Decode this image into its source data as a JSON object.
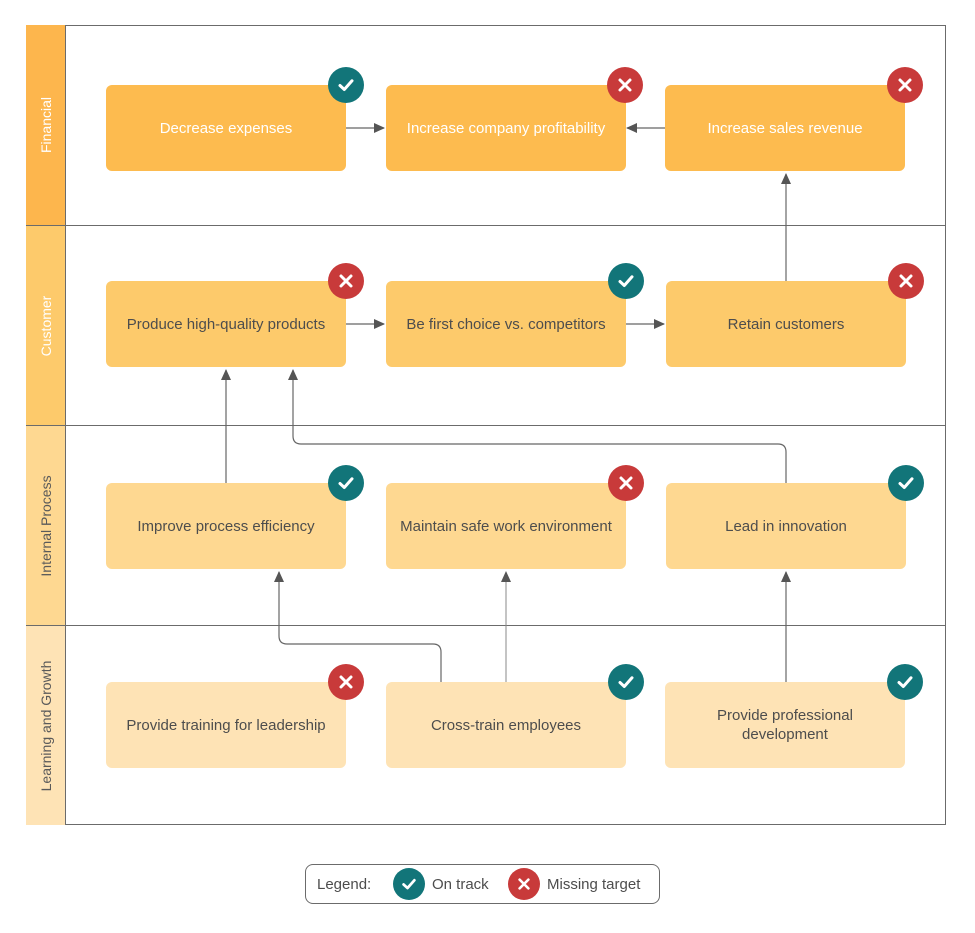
{
  "lanes": [
    {
      "label": "Financial",
      "color": "#fdb64d"
    },
    {
      "label": "Customer",
      "color": "#fdca6b"
    },
    {
      "label": "Internal Process",
      "color": "#fed891"
    },
    {
      "label": "Learning and Growth",
      "color": "#fee3b5"
    }
  ],
  "nodes": {
    "decrease_expenses": {
      "label": "Decrease expenses",
      "status": "on-track"
    },
    "increase_profitability": {
      "label": "Increase company profitability",
      "status": "missing-target"
    },
    "increase_sales": {
      "label": "Increase sales revenue",
      "status": "missing-target"
    },
    "produce_quality": {
      "label": "Produce high-quality products",
      "status": "missing-target"
    },
    "first_choice": {
      "label": "Be first choice vs. competitors",
      "status": "on-track"
    },
    "retain_customers": {
      "label": "Retain customers",
      "status": "missing-target"
    },
    "process_efficiency": {
      "label": "Improve process efficiency",
      "status": "on-track"
    },
    "safe_work": {
      "label": "Maintain safe work environment",
      "status": "missing-target"
    },
    "innovation": {
      "label": "Lead in innovation",
      "status": "on-track"
    },
    "leadership_training": {
      "label": "Provide training for leadership",
      "status": "missing-target"
    },
    "cross_train": {
      "label": "Cross-train employees",
      "status": "on-track"
    },
    "prof_dev": {
      "label": "Provide professional development",
      "status": "on-track"
    }
  },
  "legend": {
    "title": "Legend:",
    "on_track": "On track",
    "missing_target": "Missing target"
  },
  "colors": {
    "on_track": "#127579",
    "missing_target": "#c83a3a",
    "financial_node": "#fdbb4f",
    "customer_node": "#fdca6b",
    "internal_node": "#fed891",
    "learning_node": "#fee3b5"
  }
}
